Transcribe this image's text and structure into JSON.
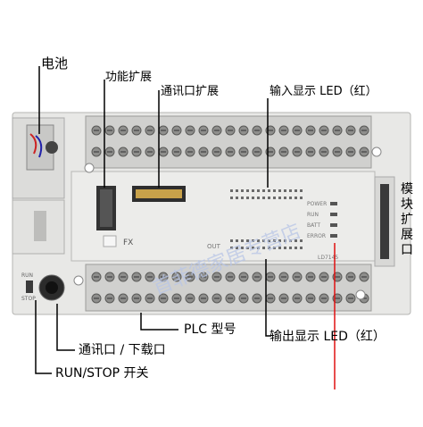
{
  "labels": {
    "battery": "电池",
    "function_expansion": "功能扩展",
    "comm_port_expansion": "通讯口扩展",
    "input_led": "输入显示 LED（红）",
    "module_expansion": "模块扩展口",
    "plc_model": "PLC 型号",
    "comm_download_port": "通讯口 / 下载口",
    "output_led": "输出显示 LED（红）",
    "run_stop_switch": "RUN/STOP 开关"
  },
  "device": {
    "status_leds": [
      "POWER",
      "RUN",
      "BATT",
      "ERROR"
    ],
    "model_prefix": "FX",
    "out_label": "OUT",
    "model_code": "LD7145",
    "run_label": "RUN",
    "stop_label": "STOP",
    "watermark": "首菲德家居专营店"
  },
  "colors": {
    "body": "#e6e6e4",
    "terminal_block": "#d2d2d0",
    "screw": "#8a8a88",
    "leader_line": "#000000",
    "red_line": "#e01010"
  }
}
